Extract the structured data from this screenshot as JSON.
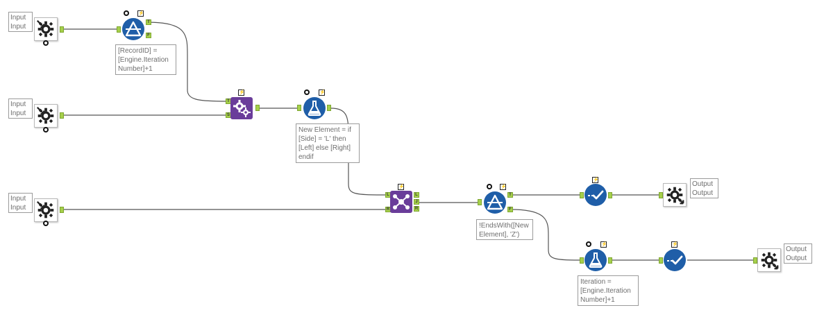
{
  "inputs": [
    {
      "label": "Input\nInput"
    },
    {
      "label": "Input\nInput"
    },
    {
      "label": "Input\nInput"
    }
  ],
  "outputs": [
    {
      "label": "Output\nOutput"
    },
    {
      "label": "Output\nOutput"
    }
  ],
  "filter1": {
    "expression": "[RecordID] =\n[Engine.Iteration\nNumber]+1",
    "true_anchor": "T",
    "false_anchor": "F"
  },
  "formula1": {
    "expression": "New Element = if\n[Side] = 'L' then\n[Left] else [Right]\nendif"
  },
  "filter2": {
    "expression": "!EndsWith([New\nElement], 'Z')",
    "true_anchor": "T",
    "false_anchor": "F"
  },
  "formula2": {
    "expression": "Iteration =\n[Engine.Iteration\nNumber]+1"
  },
  "append": {
    "target_anchor": "T",
    "source_anchor": "S"
  },
  "join": {
    "left_anchor": "L",
    "right_anchor": "R",
    "out_left": "L",
    "out_join": "J",
    "out_right": "R"
  },
  "badge_glyph": "⚡",
  "colors": {
    "tool_blue": "#1f5ea8",
    "tool_purple": "#6a3d9a",
    "anchor_green": "#a6d04b",
    "wire": "#555555"
  },
  "icons": [
    "macro-input-icon",
    "filter-icon",
    "append-fields-icon",
    "formula-icon",
    "join-icon",
    "check-icon",
    "macro-output-icon"
  ]
}
